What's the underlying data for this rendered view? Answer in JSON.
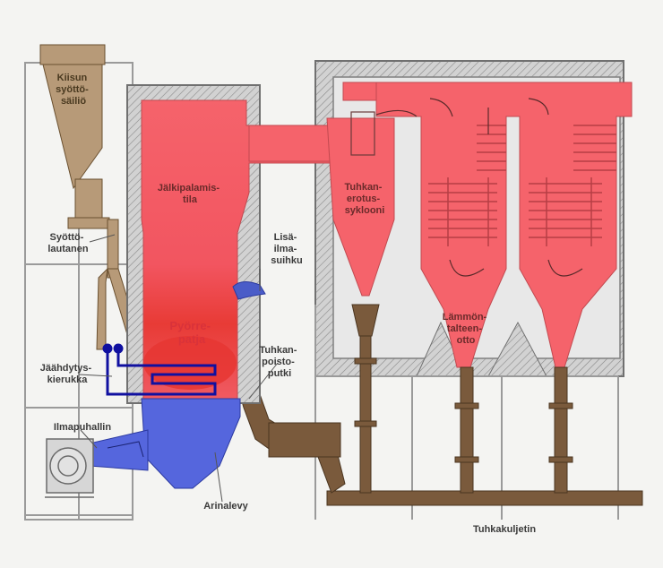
{
  "labels": {
    "kiisun_syottosailio": [
      "Kiisun",
      "syöttö-",
      "säiliö"
    ],
    "syottolautanen": [
      "Syöttö-",
      "lautanen"
    ],
    "jalkipalamistila": [
      "Jälkipalamis-",
      "tila"
    ],
    "lisailmasuihku": [
      "Lisä-",
      "ilma-",
      "suihku"
    ],
    "pyorrepatja": [
      "Pyörre-",
      "patja"
    ],
    "jaahdytyskierukka": [
      "Jäähdytys-",
      "kierukka"
    ],
    "tuhkanpoistoputki": [
      "Tuhkan-",
      "poisto-",
      "putki"
    ],
    "ilmapuhallin": [
      "Ilmapuhallin"
    ],
    "arinalevy": [
      "Arinalevy"
    ],
    "tuhkanerotussyklooni": [
      "Tuhkan-",
      "erotus-",
      "syklooni"
    ],
    "lammontalteenotto": [
      "Lämmön-",
      "talteen-",
      "otto"
    ],
    "tuhkakuljetin": [
      "Tuhkakuljetin"
    ]
  },
  "colors": {
    "hot_gas": "#f5636b",
    "fluid_bed": "#e8463f",
    "air": "#5566dd",
    "cooling_coil": "#1010a0",
    "ash_pipe": "#7a5a3c",
    "feed": "#b79a78",
    "wall": "#888888"
  }
}
